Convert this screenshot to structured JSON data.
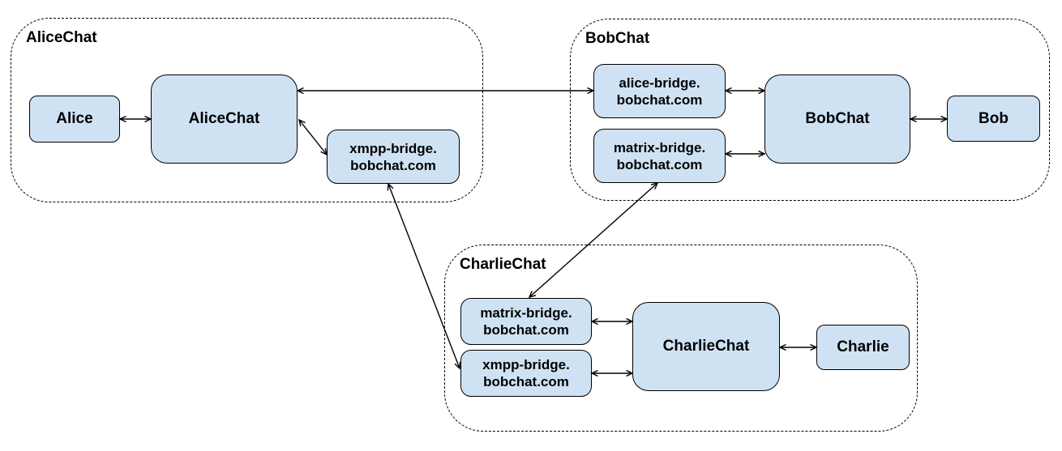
{
  "diagram": {
    "groups": [
      {
        "id": "alicechat-group",
        "label": "AliceChat"
      },
      {
        "id": "bobchat-group",
        "label": "BobChat"
      },
      {
        "id": "charliechat-group",
        "label": "CharlieChat"
      }
    ],
    "nodes": [
      {
        "id": "alice",
        "label": "Alice"
      },
      {
        "id": "alicechat-server",
        "label": "AliceChat"
      },
      {
        "id": "xmpp-bridge-alicechat",
        "line1": "xmpp-bridge.",
        "line2": "bobchat.com"
      },
      {
        "id": "alice-bridge-bobchat",
        "line1": "alice-bridge.",
        "line2": "bobchat.com"
      },
      {
        "id": "matrix-bridge-bobchat",
        "line1": "matrix-bridge.",
        "line2": "bobchat.com"
      },
      {
        "id": "bobchat-server",
        "label": "BobChat"
      },
      {
        "id": "bob",
        "label": "Bob"
      },
      {
        "id": "matrix-bridge-charliechat",
        "line1": "matrix-bridge.",
        "line2": "bobchat.com"
      },
      {
        "id": "xmpp-bridge-charliechat",
        "line1": "xmpp-bridge.",
        "line2": "bobchat.com"
      },
      {
        "id": "charliechat-server",
        "label": "CharlieChat"
      },
      {
        "id": "charlie",
        "label": "Charlie"
      }
    ],
    "edges": [
      {
        "from": "alice",
        "to": "alicechat-server",
        "direction": "bidirectional"
      },
      {
        "from": "alicechat-server",
        "to": "alice-bridge-bobchat",
        "direction": "bidirectional"
      },
      {
        "from": "alicechat-server",
        "to": "xmpp-bridge-alicechat",
        "direction": "bidirectional"
      },
      {
        "from": "xmpp-bridge-alicechat",
        "to": "xmpp-bridge-charliechat",
        "direction": "bidirectional"
      },
      {
        "from": "alice-bridge-bobchat",
        "to": "bobchat-server",
        "direction": "bidirectional"
      },
      {
        "from": "matrix-bridge-bobchat",
        "to": "bobchat-server",
        "direction": "bidirectional"
      },
      {
        "from": "bobchat-server",
        "to": "bob",
        "direction": "bidirectional"
      },
      {
        "from": "matrix-bridge-bobchat",
        "to": "matrix-bridge-charliechat",
        "direction": "bidirectional"
      },
      {
        "from": "matrix-bridge-charliechat",
        "to": "charliechat-server",
        "direction": "bidirectional"
      },
      {
        "from": "xmpp-bridge-charliechat",
        "to": "charliechat-server",
        "direction": "bidirectional"
      },
      {
        "from": "charliechat-server",
        "to": "charlie",
        "direction": "bidirectional"
      }
    ],
    "colors": {
      "node_fill": "#cfe2f3",
      "node_border": "#000000",
      "group_border": "#000000",
      "arrow": "#000000",
      "text": "#000000",
      "background": "#ffffff"
    }
  }
}
